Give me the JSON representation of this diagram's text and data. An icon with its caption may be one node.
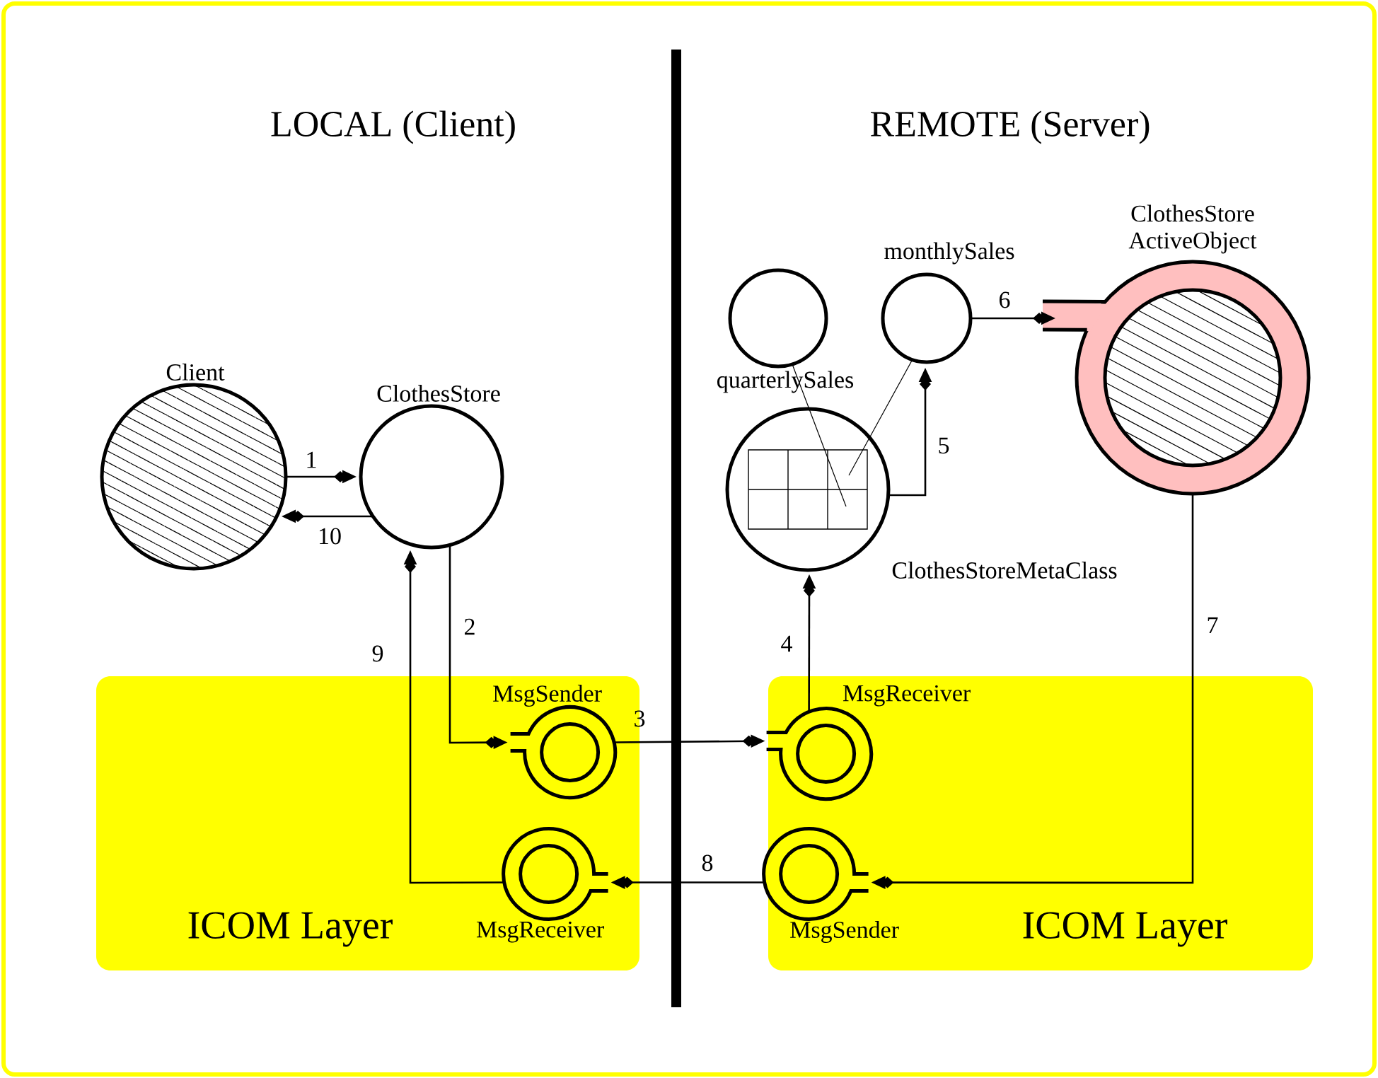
{
  "diagram": {
    "nodes": [
      {
        "text": [
          "ICOM Layer"
        ]
      },
      {
        "text": [
          "ICOM Layer"
        ]
      },
      {
        "text": [
          "Client"
        ]
      },
      {
        "text": [
          "ClothesStore"
        ]
      },
      {
        "text": [
          "MsgSender"
        ],
        "in": 0
      },
      {
        "text": [
          "MsgReceiver"
        ],
        "in": 0
      },
      {
        "text": [
          "quarterlySales"
        ]
      },
      {
        "text": [
          "monthlySales"
        ]
      },
      {
        "text": [
          "ClothesStore ActiveObject"
        ]
      },
      {
        "text": [
          "ClothesStoreMetaClass"
        ]
      },
      {
        "text": [
          "MsgReceiver"
        ],
        "in": 1
      },
      {
        "text": [
          "MsgSender"
        ],
        "in": 1
      }
    ],
    "edges": [
      {
        "from": 2,
        "to": 3,
        "arrow": "to",
        "label": "1"
      },
      {
        "from": 3,
        "to": 4,
        "arrow": "to",
        "label": "2"
      },
      {
        "from": 4,
        "to": 10,
        "arrow": "to",
        "label": "3"
      },
      {
        "from": 10,
        "to": 9,
        "arrow": "to",
        "label": "4"
      },
      {
        "from": 9,
        "to": 7,
        "arrow": "to",
        "label": "5"
      },
      {
        "from": 7,
        "to": 8,
        "arrow": "to",
        "label": "6"
      },
      {
        "from": 8,
        "to": 11,
        "arrow": "to",
        "label": "7"
      },
      {
        "from": 11,
        "to": 5,
        "arrow": "to",
        "label": "8"
      },
      {
        "from": 5,
        "to": 3,
        "arrow": "to",
        "label": "9"
      },
      {
        "from": 3,
        "to": 2,
        "arrow": "to",
        "label": "10"
      },
      {
        "from": 6,
        "to": 9,
        "arrow": "none"
      },
      {
        "from": 7,
        "to": 9,
        "arrow": "none"
      }
    ],
    "labels": [
      "LOCAL (Client)",
      "REMOTE (Server)"
    ]
  }
}
